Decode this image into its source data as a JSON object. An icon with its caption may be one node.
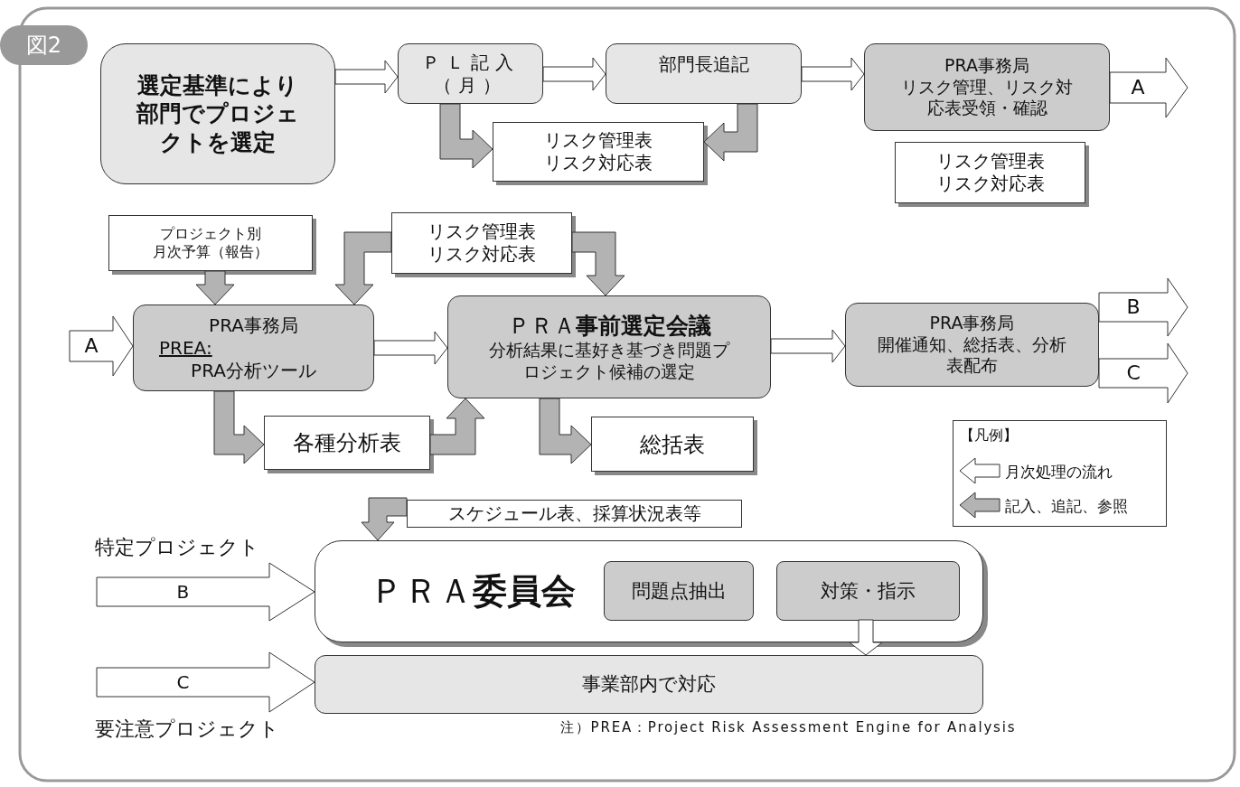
{
  "diagram": {
    "nodes": [
      {
        "text": [
          "図2"
        ]
      },
      {
        "text": [
          "選定基準により部門でプロジェクトを選定"
        ]
      },
      {
        "text": [
          "ＰＬ記入",
          "（月）"
        ]
      },
      {
        "text": [
          "部門長追記"
        ]
      },
      {
        "text": [
          "PRA事務局",
          "リスク管理、リスク対応表受領・確認"
        ]
      },
      {
        "text": [
          "リスク管理表",
          "リスク対応表"
        ]
      },
      {
        "text": [
          "リスク管理表",
          "リスク対応表"
        ]
      },
      {
        "text": [
          "プロジェクト別",
          "月次予算（報告）"
        ]
      },
      {
        "text": [
          "リスク管理表",
          "リスク対応表"
        ]
      },
      {
        "text": [
          "PRA事務局",
          "PREA:",
          "PRA分析ツール"
        ]
      },
      {
        "text": [
          "ＰＲＡ**事前選定会議**",
          "分析結果に基好き基づき問題プロジェクト候補の選定"
        ]
      },
      {
        "text": [
          "PRA事務局",
          "開催通知、総括表、分析表配布"
        ]
      },
      {
        "text": [
          "各種分析表"
        ]
      },
      {
        "text": [
          "総括表"
        ]
      },
      {
        "text": [
          "スケジュール表、採算状況表等"
        ]
      },
      {
        "text": [
          "ＰＲＡ**委員会**"
        ]
      },
      {
        "text": [
          "問題点抽出"
        ],
        "in": 15
      },
      {
        "text": [
          "対策・指示"
        ],
        "in": 15
      },
      {
        "text": [
          "事業部内で対応"
        ]
      }
    ],
    "edges": [
      {
        "from": 1,
        "to": 2,
        "arrow": "to"
      },
      {
        "from": 2,
        "to": 3,
        "arrow": "to"
      },
      {
        "from": 3,
        "to": 4,
        "arrow": "to"
      },
      {
        "from": 2,
        "to": 5,
        "arrow": "to",
        "color": "#b3b3b3"
      },
      {
        "from": 3,
        "to": 5,
        "arrow": "to",
        "color": "#b3b3b3"
      },
      {
        "from": 7,
        "to": 9,
        "arrow": "to",
        "color": "#b3b3b3"
      },
      {
        "from": 8,
        "to": 9,
        "arrow": "to",
        "color": "#b3b3b3"
      },
      {
        "from": 8,
        "to": 10,
        "arrow": "to",
        "color": "#b3b3b3"
      },
      {
        "from": 9,
        "to": 10,
        "arrow": "to"
      },
      {
        "from": 10,
        "to": 11,
        "arrow": "to"
      },
      {
        "from": 9,
        "to": 12,
        "arrow": "to",
        "color": "#b3b3b3"
      },
      {
        "from": 12,
        "to": 10,
        "arrow": "to",
        "color": "#b3b3b3"
      },
      {
        "from": 10,
        "to": 13,
        "arrow": "to",
        "color": "#b3b3b3"
      },
      {
        "from": 14,
        "to": 15,
        "arrow": "to",
        "color": "#b3b3b3"
      },
      {
        "from": 17,
        "to": 18,
        "arrow": "to"
      },
      {
        "from": 4,
        "to": null,
        "arrow": "to",
        "label": "A"
      },
      {
        "from": null,
        "to": 9,
        "arrow": "to",
        "label": "A"
      },
      {
        "from": 11,
        "to": null,
        "arrow": "to",
        "label": "B"
      },
      {
        "from": 11,
        "to": null,
        "arrow": "to",
        "label": "C"
      },
      {
        "from": null,
        "to": 15,
        "arrow": "to",
        "label": "B"
      },
      {
        "from": null,
        "to": 18,
        "arrow": "to",
        "label": "C"
      }
    ],
    "labels": [
      "【凡例】",
      "特定プロジェクト",
      "要注意プロジェクト",
      "注）PREA：Project Risk Assessment Engine for Analysis"
    ],
    "legend": [
      {
        "text": "月次処理の流れ"
      },
      {
        "text": "記入、追記、参照"
      }
    ]
  }
}
